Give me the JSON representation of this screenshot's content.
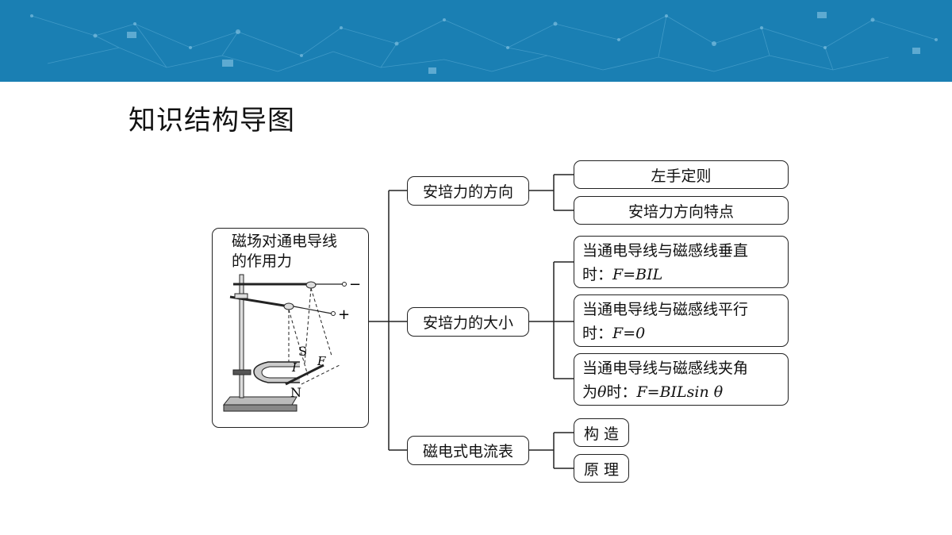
{
  "page": {
    "title": "知识结构导图"
  },
  "root": {
    "title_line1": "磁场对通电导线",
    "title_line2": "的作用力",
    "figure_labels": {
      "minus": "−",
      "plus": "+",
      "S": "S",
      "N": "N",
      "I": "I",
      "F": "F"
    }
  },
  "branches": [
    {
      "label": "安培力的方向",
      "children": [
        {
          "text": "左手定则"
        },
        {
          "text": "安培力方向特点"
        }
      ]
    },
    {
      "label": "安培力的大小",
      "children": [
        {
          "line1": "当通电导线与磁感线垂直",
          "line2_prefix": "时：",
          "formula": "F=BIL"
        },
        {
          "line1": "当通电导线与磁感线平行",
          "line2_prefix": "时：",
          "formula": "F=0"
        },
        {
          "line1": "当通电导线与磁感线夹角",
          "line2_prefix": "为",
          "theta": "θ",
          "line2_mid": "时：",
          "formula": "F=BILsin θ"
        }
      ]
    },
    {
      "label": "磁电式电流表",
      "children": [
        {
          "text": "构 造"
        },
        {
          "text": "原 理"
        }
      ]
    }
  ],
  "colors": {
    "banner": "#1a7fb3",
    "line": "#222222"
  }
}
